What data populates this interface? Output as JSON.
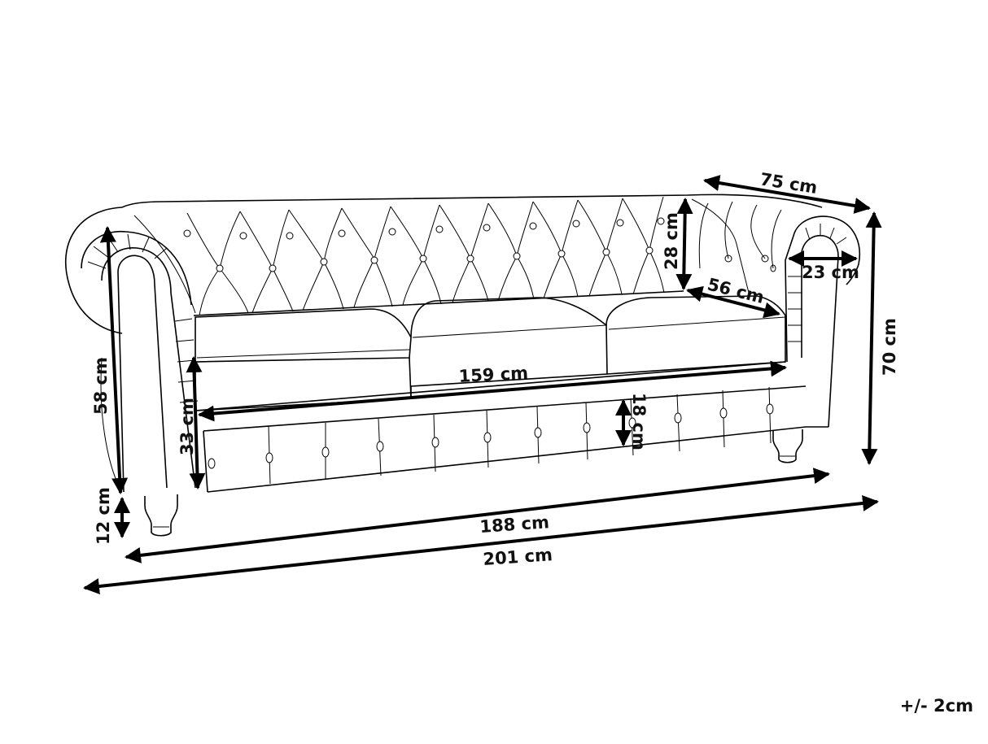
{
  "diagram": {
    "subject": "Chesterfield 3-seater sofa dimension drawing",
    "line_color": "#000000",
    "background": "#ffffff",
    "dimensions": {
      "depth": "75 cm",
      "backrest_height": "28 cm",
      "armrest_width": "23 cm",
      "seat_depth": "56 cm",
      "total_height": "70 cm",
      "arm_height": "58 cm",
      "seat_height": "33 cm",
      "base_height": "18 cm",
      "leg_height": "12 cm",
      "seat_width": "159 cm",
      "inner_width": "188 cm",
      "total_width": "201 cm"
    },
    "tolerance": "+/- 2cm"
  }
}
